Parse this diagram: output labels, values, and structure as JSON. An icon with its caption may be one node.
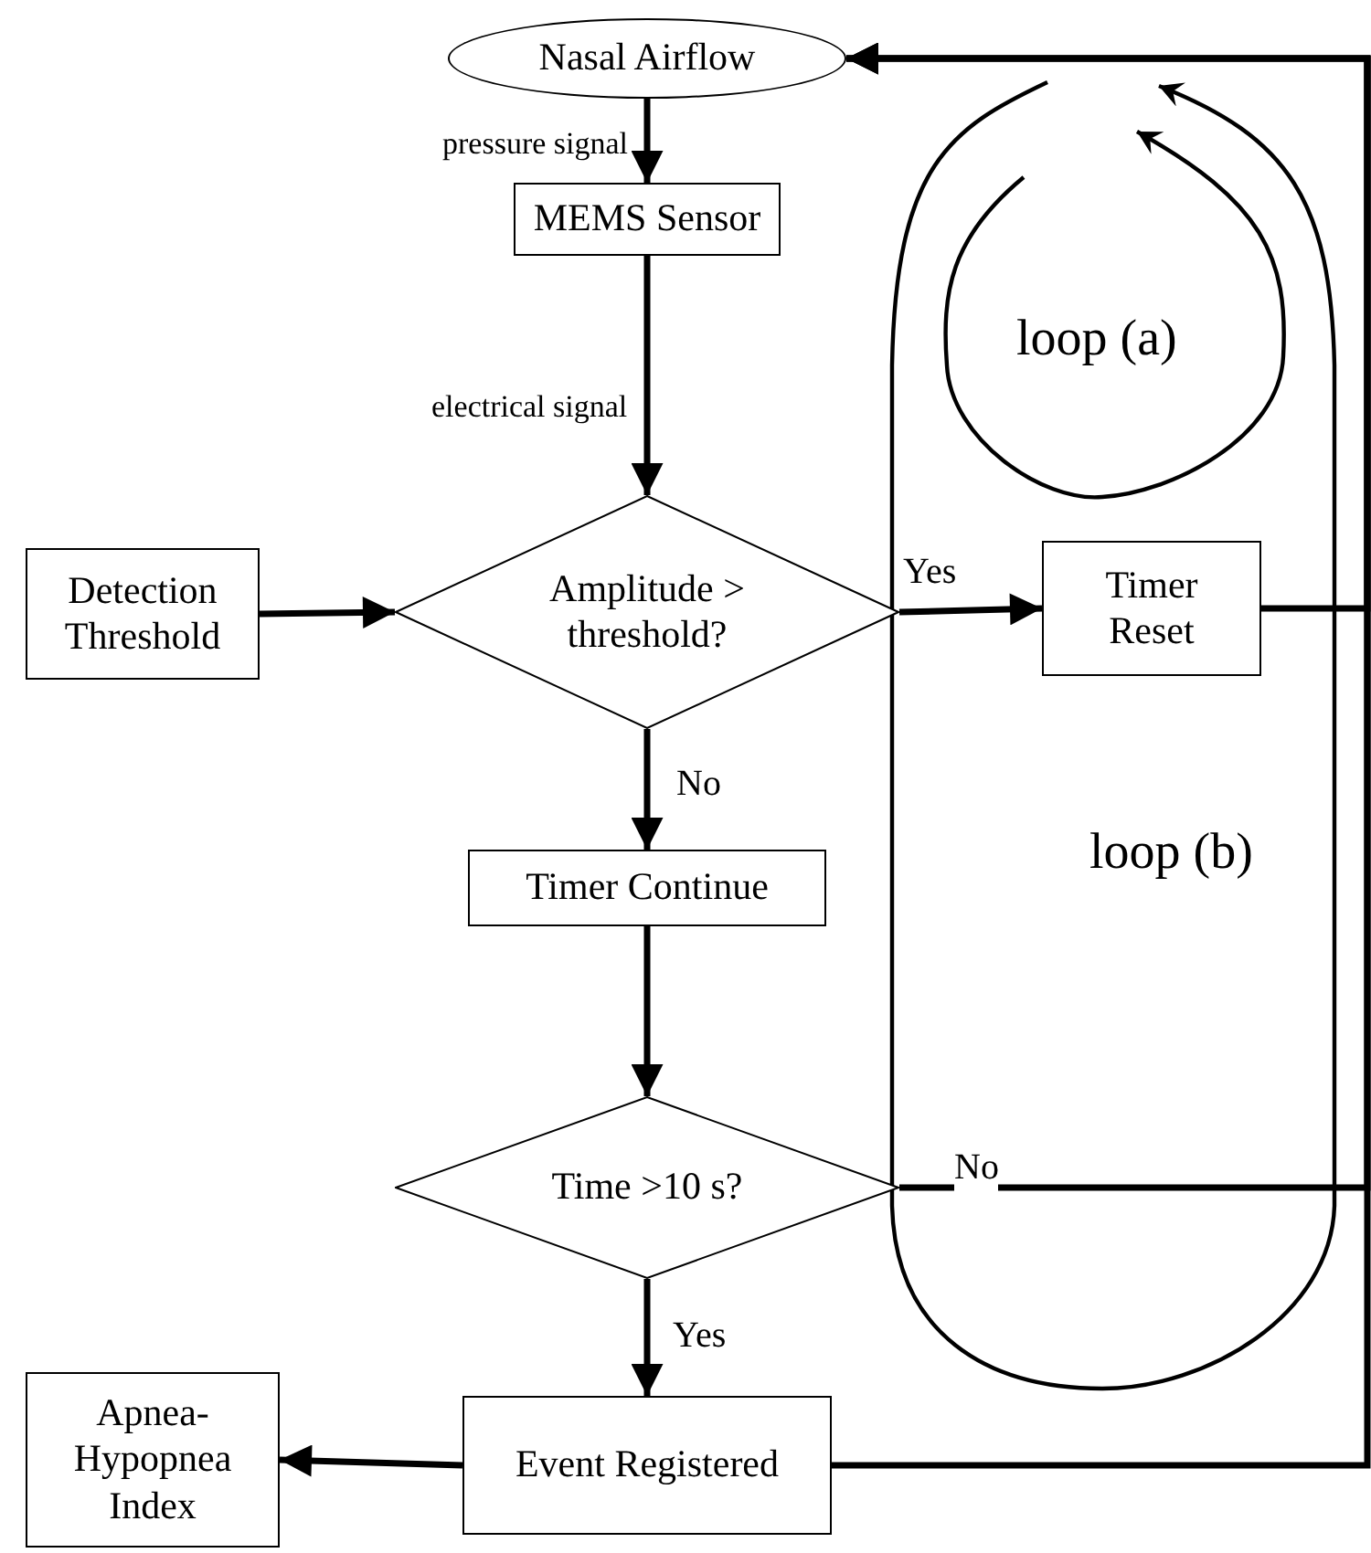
{
  "diagram": {
    "nodes": [
      {
        "text": [
          "Nasal Airflow"
        ]
      },
      {
        "text": [
          "MEMS Sensor"
        ]
      },
      {
        "text": [
          "Amplitude > threshold?"
        ]
      },
      {
        "text": [
          "Detection Threshold"
        ]
      },
      {
        "text": [
          "Timer Reset"
        ]
      },
      {
        "text": [
          "Timer Continue"
        ]
      },
      {
        "text": [
          "Time >10 s?"
        ]
      },
      {
        "text": [
          "Event Registered"
        ]
      },
      {
        "text": [
          "Apnea-Hypopnea Index"
        ]
      }
    ],
    "edges": [
      {
        "from": 0,
        "to": 1,
        "arrow": "to",
        "label": "pressure signal"
      },
      {
        "from": 1,
        "to": 2,
        "arrow": "to",
        "label": "electrical signal"
      },
      {
        "from": 3,
        "to": 2,
        "arrow": "to"
      },
      {
        "from": 2,
        "to": 4,
        "arrow": "to",
        "label": "Yes"
      },
      {
        "from": 2,
        "to": 5,
        "arrow": "to",
        "label": "No"
      },
      {
        "from": 5,
        "to": 6,
        "arrow": "to"
      },
      {
        "from": 6,
        "to": 7,
        "arrow": "to",
        "label": "Yes"
      },
      {
        "from": 7,
        "to": 8,
        "arrow": "to"
      },
      {
        "from": 4,
        "to": 0,
        "arrow": "to"
      },
      {
        "from": 6,
        "to": 0,
        "arrow": "to",
        "label": "No"
      },
      {
        "from": 7,
        "to": 0,
        "arrow": "to"
      }
    ],
    "labels": [
      "loop (a)",
      "loop (b)"
    ]
  }
}
